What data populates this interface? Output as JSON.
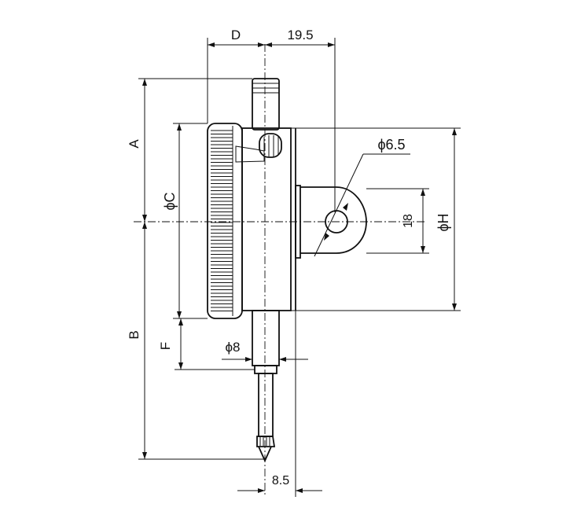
{
  "drawing": {
    "labels": {
      "d": "D",
      "dim_19_5": "19.5",
      "a": "A",
      "phi_c": "ϕC",
      "phi_6_5": "ϕ6.5",
      "dim_18": "18",
      "phi_h": "ϕH",
      "b": "B",
      "f": "F",
      "phi_8": "ϕ8",
      "dim_8_5": "8.5"
    }
  }
}
